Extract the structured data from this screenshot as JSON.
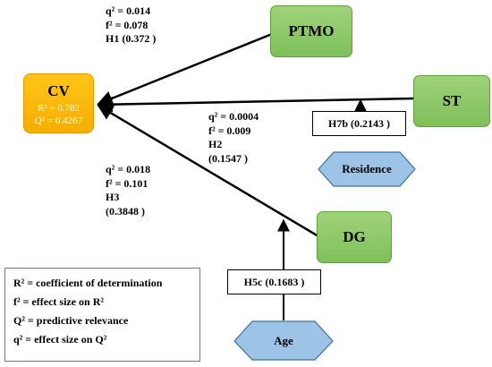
{
  "nodes": {
    "cv": {
      "title": "CV",
      "r2": "R² = 0.782",
      "q2": "Q² = 0.4267"
    },
    "ptmo": "PTMO",
    "st": "ST",
    "dg": "DG",
    "residence": "Residence",
    "age": "Age"
  },
  "paths": {
    "h1": [
      "q² = 0.014",
      "f² = 0.078",
      "H1 (0.372 )"
    ],
    "h2": [
      "q² = 0.0004",
      "f² = 0.009",
      "H2",
      "(0.1547 )"
    ],
    "h3": [
      "q² = 0.018",
      "f² = 0.101",
      "H3",
      "(0.3848 )"
    ]
  },
  "moderators": {
    "h7b": "H7b (0.2143 )",
    "h5c": "H5c (0.1683 )"
  },
  "legend": [
    "R² = coefficient of determination",
    "f² = effect size on R²",
    "Q² = predictive relevance",
    "q² = effect size on Q²"
  ],
  "colors": {
    "construct_green": "#8fca6a",
    "cv_orange": "#ffb300",
    "moderator_blue": "#9dc3e6",
    "legend_border": "#4f81bd"
  }
}
